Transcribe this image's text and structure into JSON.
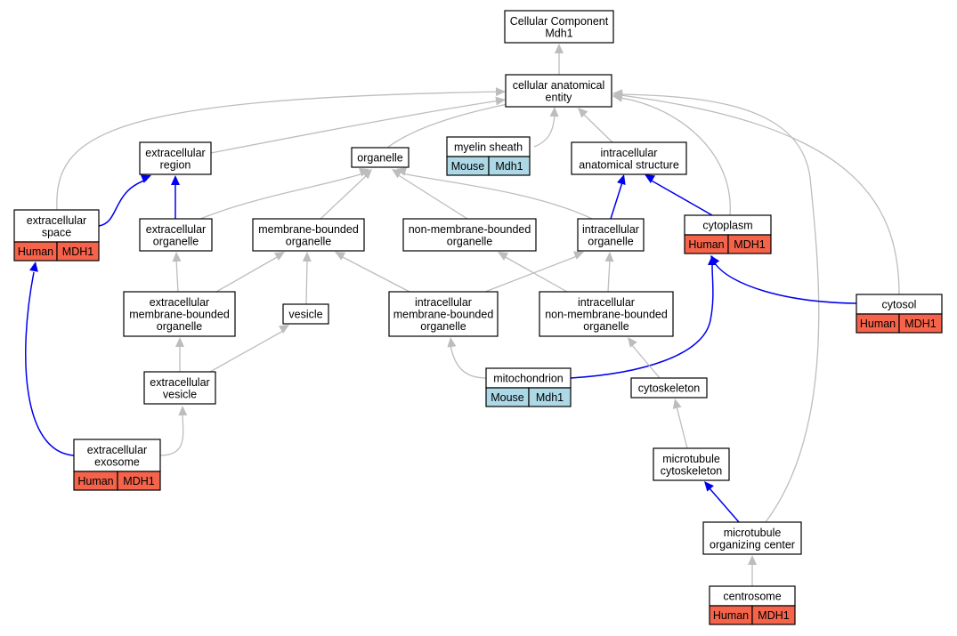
{
  "colors": {
    "human_tag": "#f4634a",
    "mouse_tag": "#add8e6",
    "is_a_edge": "#bdbdbd",
    "annotation_edge": "#0000ee"
  },
  "nodes": {
    "root": {
      "lines": [
        "Cellular Component",
        "Mdh1"
      ]
    },
    "cae": {
      "lines": [
        "cellular anatomical",
        "entity"
      ]
    },
    "ecr": {
      "lines": [
        "extracellular",
        "region"
      ]
    },
    "organelle": {
      "lines": [
        "organelle"
      ]
    },
    "myelin": {
      "lines": [
        "myelin sheath"
      ],
      "tag": {
        "species": "Mouse",
        "gene": "Mdh1"
      }
    },
    "ias": {
      "lines": [
        "intracellular",
        "anatomical structure"
      ]
    },
    "ecs": {
      "lines": [
        "extracellular",
        "space"
      ],
      "tag": {
        "species": "Human",
        "gene": "MDH1"
      }
    },
    "eco": {
      "lines": [
        "extracellular",
        "organelle"
      ]
    },
    "mbo": {
      "lines": [
        "membrane-bounded",
        "organelle"
      ]
    },
    "nmbo": {
      "lines": [
        "non-membrane-bounded",
        "organelle"
      ]
    },
    "ico": {
      "lines": [
        "intracellular",
        "organelle"
      ]
    },
    "cytoplasm": {
      "lines": [
        "cytoplasm"
      ],
      "tag": {
        "species": "Human",
        "gene": "MDH1"
      }
    },
    "ecmbo": {
      "lines": [
        "extracellular",
        "membrane-bounded",
        "organelle"
      ]
    },
    "vesicle": {
      "lines": [
        "vesicle"
      ]
    },
    "icmbo": {
      "lines": [
        "intracellular",
        "membrane-bounded",
        "organelle"
      ]
    },
    "icnmbo": {
      "lines": [
        "intracellular",
        "non-membrane-bounded",
        "organelle"
      ]
    },
    "cytosol": {
      "lines": [
        "cytosol"
      ],
      "tag": {
        "species": "Human",
        "gene": "MDH1"
      }
    },
    "ecv": {
      "lines": [
        "extracellular",
        "vesicle"
      ]
    },
    "mito": {
      "lines": [
        "mitochondrion"
      ],
      "tag": {
        "species": "Mouse",
        "gene": "Mdh1"
      }
    },
    "cytosk": {
      "lines": [
        "cytoskeleton"
      ]
    },
    "exo": {
      "lines": [
        "extracellular",
        "exosome"
      ],
      "tag": {
        "species": "Human",
        "gene": "MDH1"
      }
    },
    "mtc": {
      "lines": [
        "microtubule",
        "cytoskeleton"
      ]
    },
    "mtoc": {
      "lines": [
        "microtubule",
        "organizing center"
      ]
    },
    "centro": {
      "lines": [
        "centrosome"
      ],
      "tag": {
        "species": "Human",
        "gene": "MDH1"
      }
    }
  }
}
